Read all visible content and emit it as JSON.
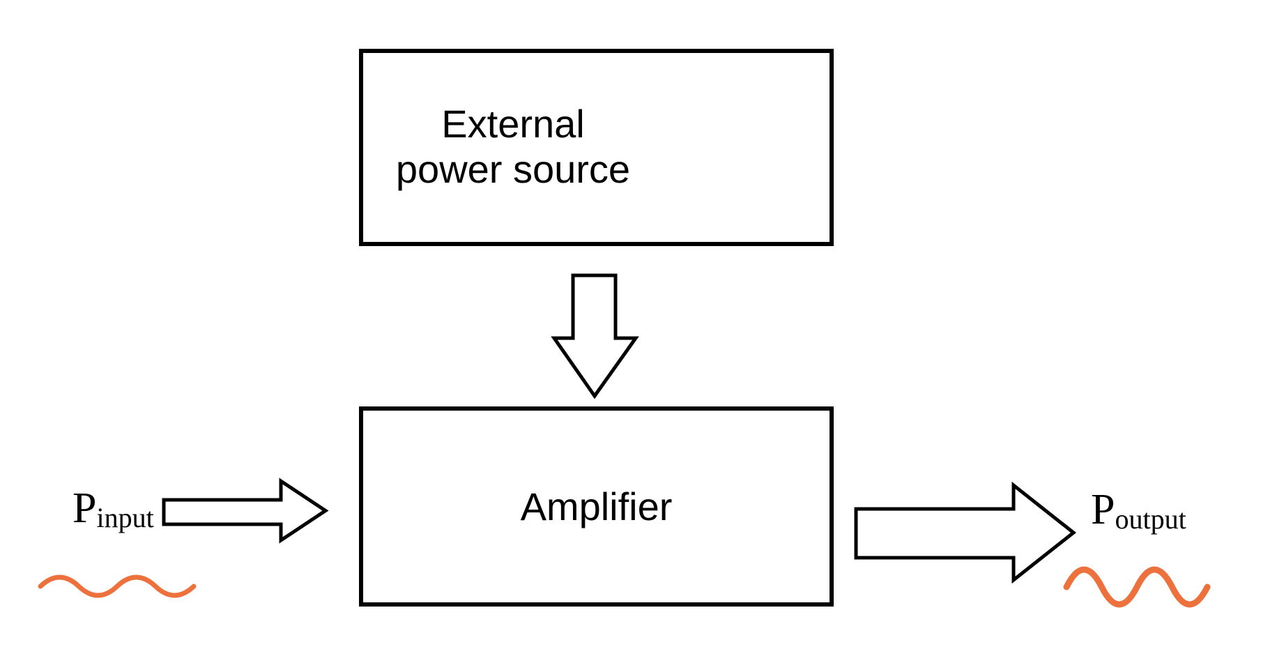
{
  "diagram": {
    "title_hint": "Amplifier power flow block diagram",
    "colors": {
      "background": "#ffffff",
      "line_black": "#000000",
      "accent_orange": "#ED713C"
    },
    "power_box": {
      "label_line1": "External",
      "label_line2": "power source",
      "icon": "battery-icon"
    },
    "amplifier_box": {
      "label": "Amplifier"
    },
    "input": {
      "symbol": "P",
      "subscript": "input",
      "icons": [
        "right-block-arrow-icon",
        "sine-wave-icon"
      ]
    },
    "output": {
      "symbol": "P",
      "subscript": "output",
      "icons": [
        "right-block-arrow-icon",
        "sine-wave-icon"
      ]
    },
    "connector": {
      "icon": "down-block-arrow-icon"
    }
  }
}
